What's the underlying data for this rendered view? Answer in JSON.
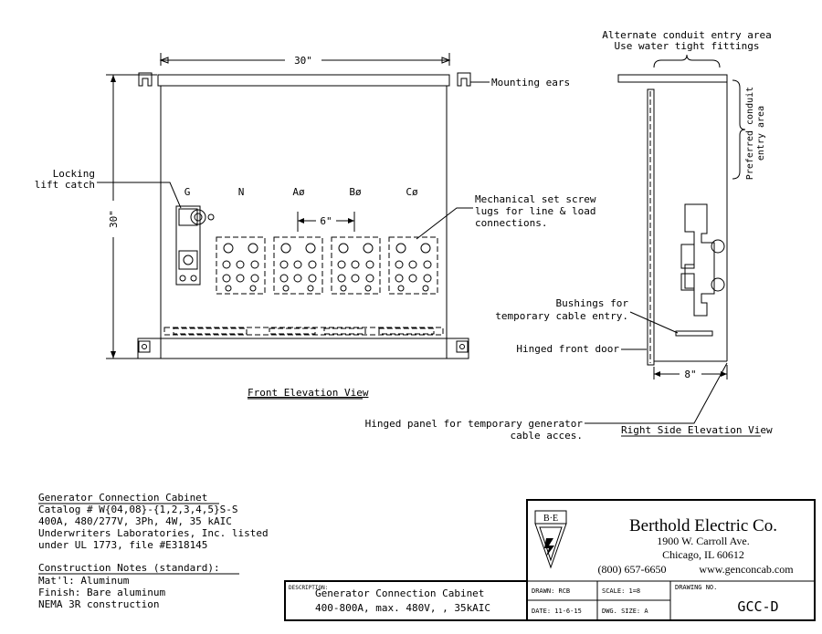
{
  "front": {
    "dim_width": "30\"",
    "dim_height": "30\"",
    "mounting_ears": "Mounting ears",
    "locking_lift_catch": [
      "Locking",
      "lift catch"
    ],
    "lug_labels": [
      "G",
      "N",
      "Aø",
      "Bø",
      "Cø"
    ],
    "dim_spacing": "6\"",
    "mechanical_lugs": [
      "Mechanical set screw",
      "lugs for line & load",
      "connections."
    ],
    "title": "Front Elevation View"
  },
  "side": {
    "alt_conduit": [
      "Alternate conduit entry area",
      "Use water tight fittings"
    ],
    "preferred_conduit": [
      "Preferred conduit",
      "entry area"
    ],
    "bushings": [
      "Bushings for",
      "temporary cable entry."
    ],
    "hinged_front_door": "Hinged front door",
    "dim_depth": "8\"",
    "hinged_panel": [
      "Hinged panel for temporary generator",
      "cable acces."
    ],
    "title": "Right Side Elevation View"
  },
  "notes": {
    "heading": "Generator Connection Cabinet",
    "lines": [
      "Catalog # W{04,08}-{1,2,3,4,5}S-S",
      "400A, 480/277V, 3Ph, 4W, 35 kAIC",
      "Underwriters Laboratories, Inc. listed",
      "under UL 1773, file #E318145"
    ],
    "construction_heading": "Construction Notes (standard):",
    "construction_lines": [
      "Mat'l: Aluminum",
      "Finish: Bare aluminum",
      "NEMA 3R construction"
    ]
  },
  "title_block": {
    "logo_text": "B·E",
    "company": "Berthold Electric Co.",
    "address1": "1900 W. Carroll Ave.",
    "address2": "Chicago, IL 60612",
    "phone": "(800) 657-6650",
    "website": "www.genconcab.com",
    "description_label": "DESCRIPTION:",
    "description_line1": "Generator Connection Cabinet",
    "description_line2": "400-800A, max. 480V, , 35kAIC",
    "drawn": "DRAWN: RCB",
    "scale": "SCALE: 1=8",
    "date": "DATE: 11-6-15",
    "dwg_size": "DWG. SIZE: A",
    "drawing_no_label": "DRAWING NO.",
    "drawing_no": "GCC-D"
  }
}
